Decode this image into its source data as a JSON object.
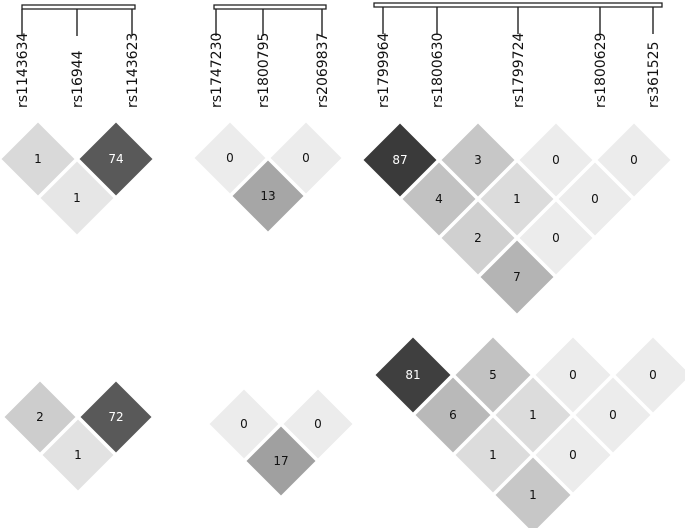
{
  "ld_plots": [
    {
      "snps": [
        "rs1143634",
        "rs16944",
        "rs1143623"
      ],
      "rows": [
        [
          {
            "value": "1",
            "shade": "#d9d9d9"
          },
          {
            "value": "74",
            "shade": "#595959"
          }
        ],
        [
          {
            "value": "1",
            "shade": "#e6e6e6"
          }
        ]
      ]
    },
    {
      "snps": [
        "rs1747230",
        "rs1800795",
        "rs2069837"
      ],
      "rows": [
        [
          {
            "value": "0",
            "shade": "#ececec"
          },
          {
            "value": "0",
            "shade": "#ececec"
          }
        ],
        [
          {
            "value": "13",
            "shade": "#a6a6a6"
          }
        ]
      ]
    },
    {
      "snps": [
        "rs1799964",
        "rs1800630",
        "rs1799724",
        "rs1800629",
        "rs361525"
      ],
      "rows": [
        [
          {
            "value": "87",
            "shade": "#3a3a3a"
          },
          {
            "value": "3",
            "shade": "#c7c7c7"
          },
          {
            "value": "0",
            "shade": "#ececec"
          },
          {
            "value": "0",
            "shade": "#ececec"
          }
        ],
        [
          {
            "value": "4",
            "shade": "#c2c2c2"
          },
          {
            "value": "1",
            "shade": "#dcdcdc"
          },
          {
            "value": "0",
            "shade": "#ececec"
          }
        ],
        [
          {
            "value": "2",
            "shade": "#d0d0d0"
          },
          {
            "value": "0",
            "shade": "#ececec"
          }
        ],
        [
          {
            "value": "7",
            "shade": "#b4b4b4"
          }
        ]
      ]
    },
    {
      "snps": [],
      "rows": [
        [
          {
            "value": "2",
            "shade": "#cdcdcd"
          },
          {
            "value": "72",
            "shade": "#595959"
          }
        ],
        [
          {
            "value": "1",
            "shade": "#e2e2e2"
          }
        ]
      ]
    },
    {
      "snps": [],
      "rows": [
        [
          {
            "value": "0",
            "shade": "#ececec"
          },
          {
            "value": "0",
            "shade": "#ececec"
          }
        ],
        [
          {
            "value": "17",
            "shade": "#a0a0a0"
          }
        ]
      ]
    },
    {
      "snps": [],
      "rows": [
        [
          {
            "value": "81",
            "shade": "#3f3f3f"
          },
          {
            "value": "5",
            "shade": "#c2c2c2"
          },
          {
            "value": "0",
            "shade": "#ececec"
          },
          {
            "value": "0",
            "shade": "#ececec"
          }
        ],
        [
          {
            "value": "6",
            "shade": "#b9b9b9"
          },
          {
            "value": "1",
            "shade": "#dcdcdc"
          },
          {
            "value": "0",
            "shade": "#ececec"
          }
        ],
        [
          {
            "value": "1",
            "shade": "#dcdcdc"
          },
          {
            "value": "0",
            "shade": "#ececec"
          }
        ],
        [
          {
            "value": "1",
            "shade": "#c7c7c7"
          }
        ]
      ]
    }
  ],
  "colors": {
    "dark_text": "#111111",
    "light_text": "#ffffff",
    "gap": "#ffffff",
    "ruler": "#222222"
  }
}
